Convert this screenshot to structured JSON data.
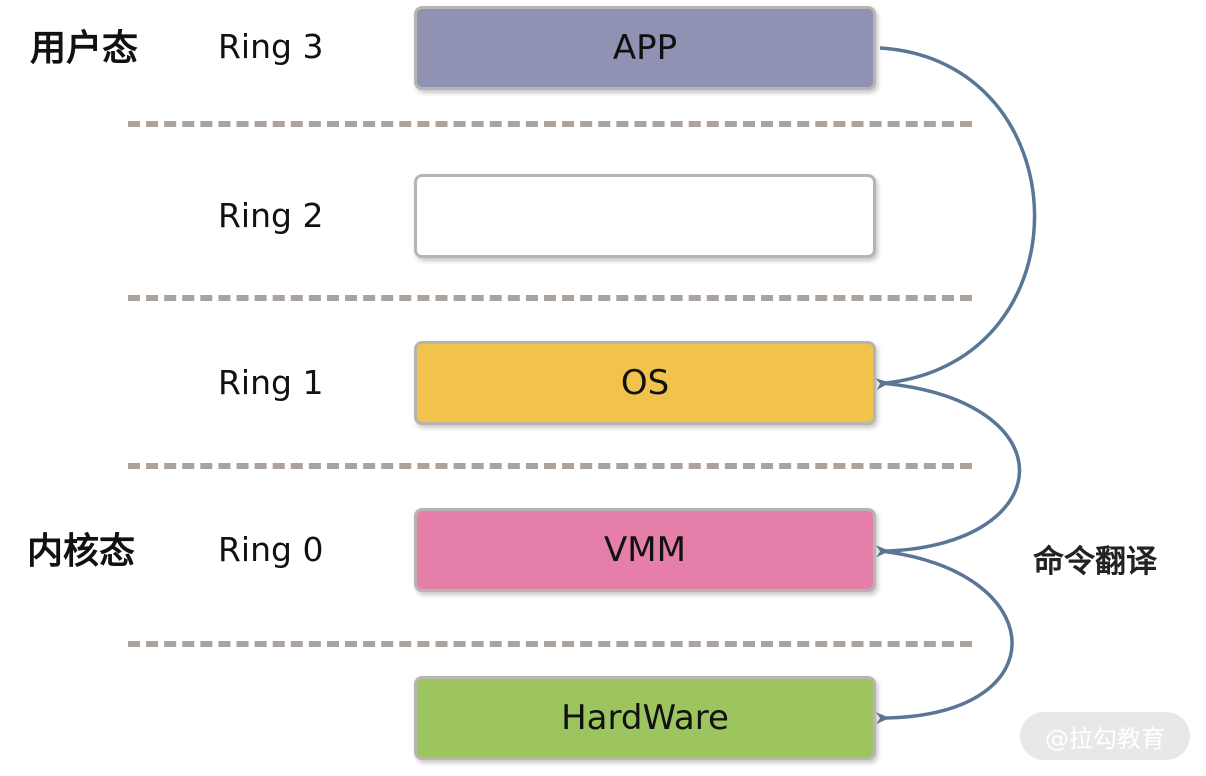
{
  "modes": {
    "user": "用户态",
    "kernel": "内核态"
  },
  "rings": {
    "ring3": "Ring 3",
    "ring2": "Ring 2",
    "ring1": "Ring 1",
    "ring0": "Ring 0"
  },
  "layers": {
    "app": {
      "label": "APP",
      "color": "#8f92b2"
    },
    "ring2_empty": {
      "label": "",
      "color": "#ffffff"
    },
    "os": {
      "label": "OS",
      "color": "#f1c34d"
    },
    "vmm": {
      "label": "VMM",
      "color": "#e57faa"
    },
    "hardware": {
      "label": "HardWare",
      "color": "#9cc55f"
    }
  },
  "annotation": "命令翻译",
  "arrow_color": "#5a7596",
  "divider_color": "#aaa39e",
  "watermark": "@拉勾教育"
}
